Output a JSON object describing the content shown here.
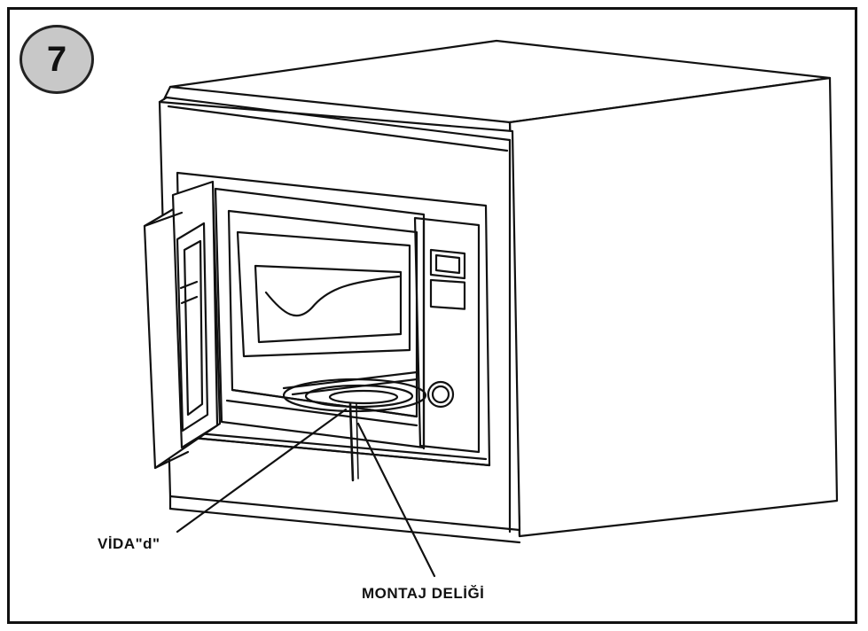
{
  "step": {
    "number": "7"
  },
  "callouts": {
    "screw": "VİDA\"d\"",
    "mounting_hole": "MONTAJ DELİĞİ"
  },
  "colors": {
    "line": "#111111",
    "badge_fill": "#c8c8c8",
    "background": "#ffffff"
  }
}
